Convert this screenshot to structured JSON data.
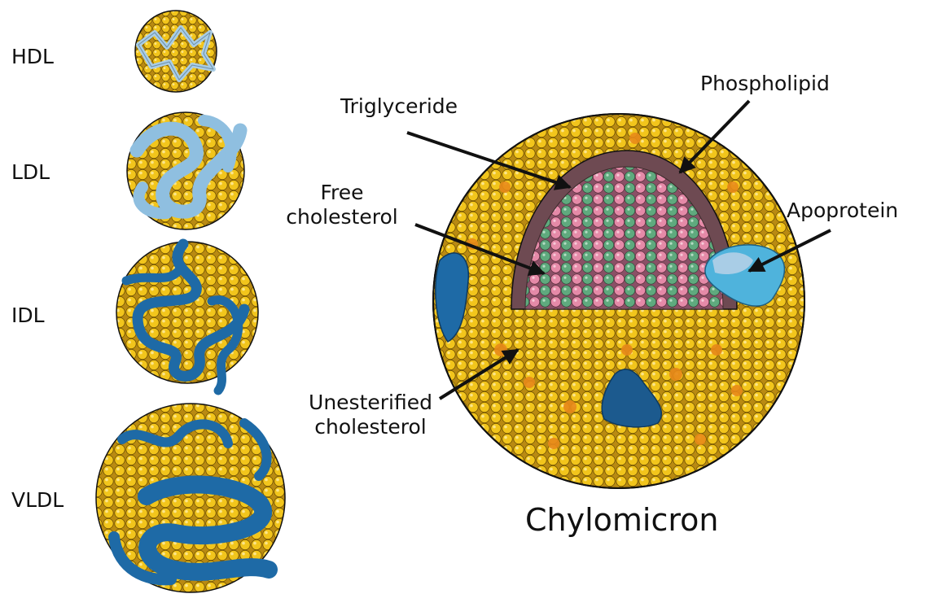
{
  "lipoproteins": {
    "hdl": "HDL",
    "ldl": "LDL",
    "idl": "IDL",
    "vldl": "VLDL"
  },
  "chylomicron": {
    "title": "Chylomicron",
    "triglyceride": "Triglyceride",
    "phospholipid": "Phospholipid",
    "free_cholesterol_line1": "Free",
    "free_cholesterol_line2": "cholesterol",
    "apoprotein": "Apoprotein",
    "unesterified_line1": "Unesterified",
    "unesterified_line2": "cholesterol"
  },
  "colors": {
    "phospholipid_yellow": "#f2c51c",
    "cholesterol_orange": "#e8891a",
    "triglyceride_pink": "#e58aa8",
    "cholesterol_green": "#5faa7e",
    "apoprotein_light": "#a9cde6",
    "apoprotein_dark": "#1e6aa6",
    "outline": "#111111"
  }
}
